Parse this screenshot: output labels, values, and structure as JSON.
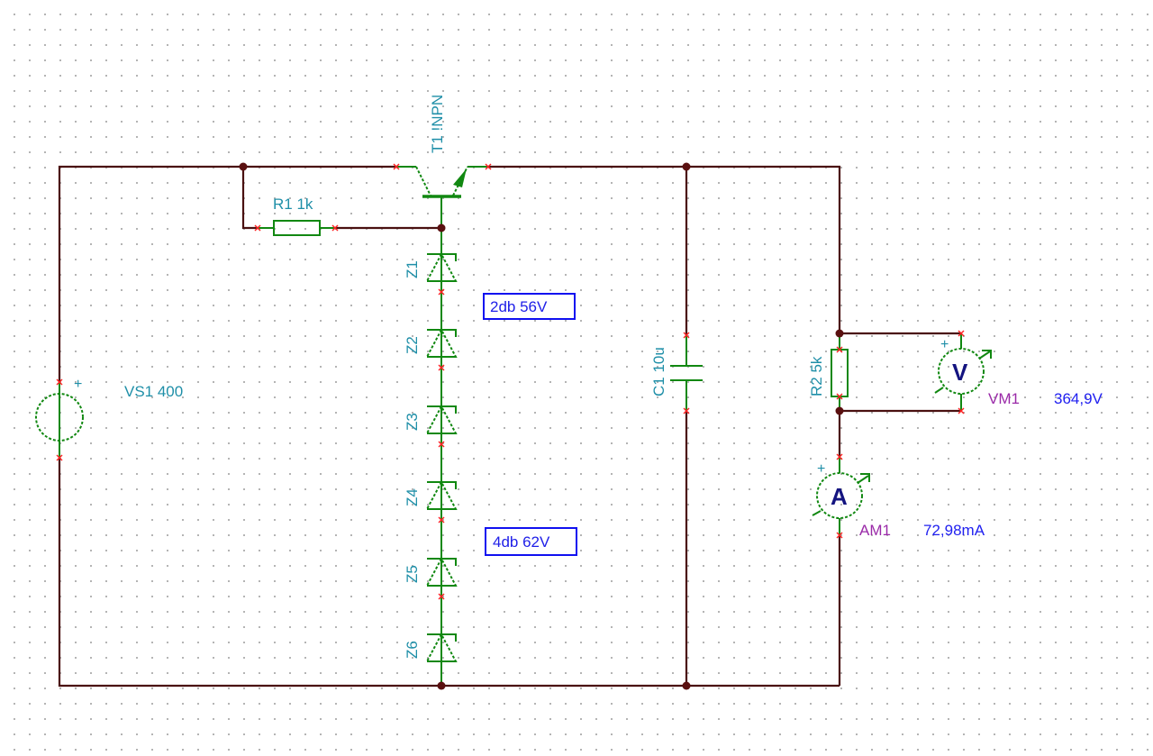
{
  "schematic": {
    "components": {
      "vs1": {
        "label": "VS1 400",
        "plus": "+"
      },
      "r1": {
        "label": "R1 1k"
      },
      "t1": {
        "label": "T1 !NPN"
      },
      "z1": {
        "label": "Z1"
      },
      "z2": {
        "label": "Z2"
      },
      "z3": {
        "label": "Z3"
      },
      "z4": {
        "label": "Z4"
      },
      "z5": {
        "label": "Z5"
      },
      "z6": {
        "label": "Z6"
      },
      "c1": {
        "label": "C1 10u"
      },
      "r2": {
        "label": "R2 5k"
      },
      "vm1": {
        "name": "VM1",
        "value": "364,9V",
        "letter": "V",
        "plus": "+"
      },
      "am1": {
        "name": "AM1",
        "value": "72,98mA",
        "letter": "A",
        "plus": "+"
      }
    },
    "annotations": {
      "upper": "2db 56V",
      "lower": "4db 62V"
    }
  }
}
